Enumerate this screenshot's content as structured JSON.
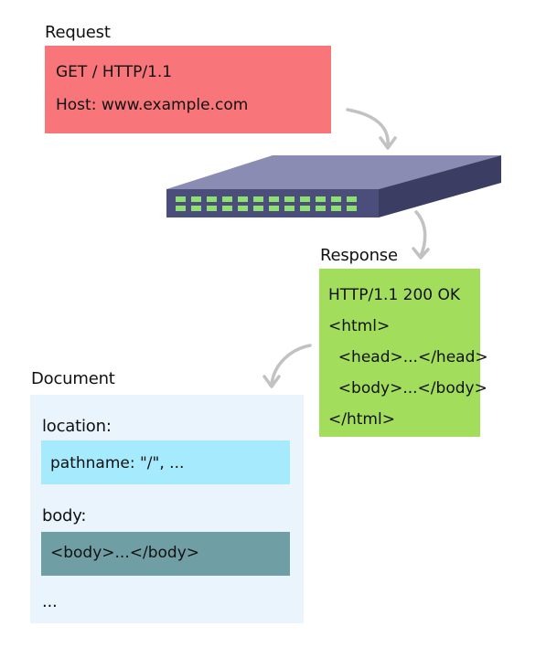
{
  "request": {
    "label": "Request",
    "lines": [
      "GET / HTTP/1.1",
      "Host: www.example.com"
    ]
  },
  "response": {
    "label": "Response",
    "lines": [
      "HTTP/1.1 200 OK",
      "<html>",
      "  <head>...</head>",
      "  <body>...</body>",
      "</html>"
    ]
  },
  "document": {
    "label": "Document",
    "location_label": "location:",
    "location_value": "pathname: \"/\", ...",
    "body_label": "body:",
    "body_value": "<body>...</body>",
    "ellipsis": "..."
  },
  "colors": {
    "request_box": "#f8767a",
    "response_box": "#a3dd5c",
    "document_panel": "#e9f4fd",
    "location_box": "#a6eafd",
    "body_box": "#6f9ea4",
    "switch_body": "#4b4e7a",
    "switch_ports": "#8ee071",
    "arrow": "#c2c2c2"
  },
  "icons": {
    "network_switch": "network-switch-icon",
    "arrows": "curved-arrow-icon"
  }
}
